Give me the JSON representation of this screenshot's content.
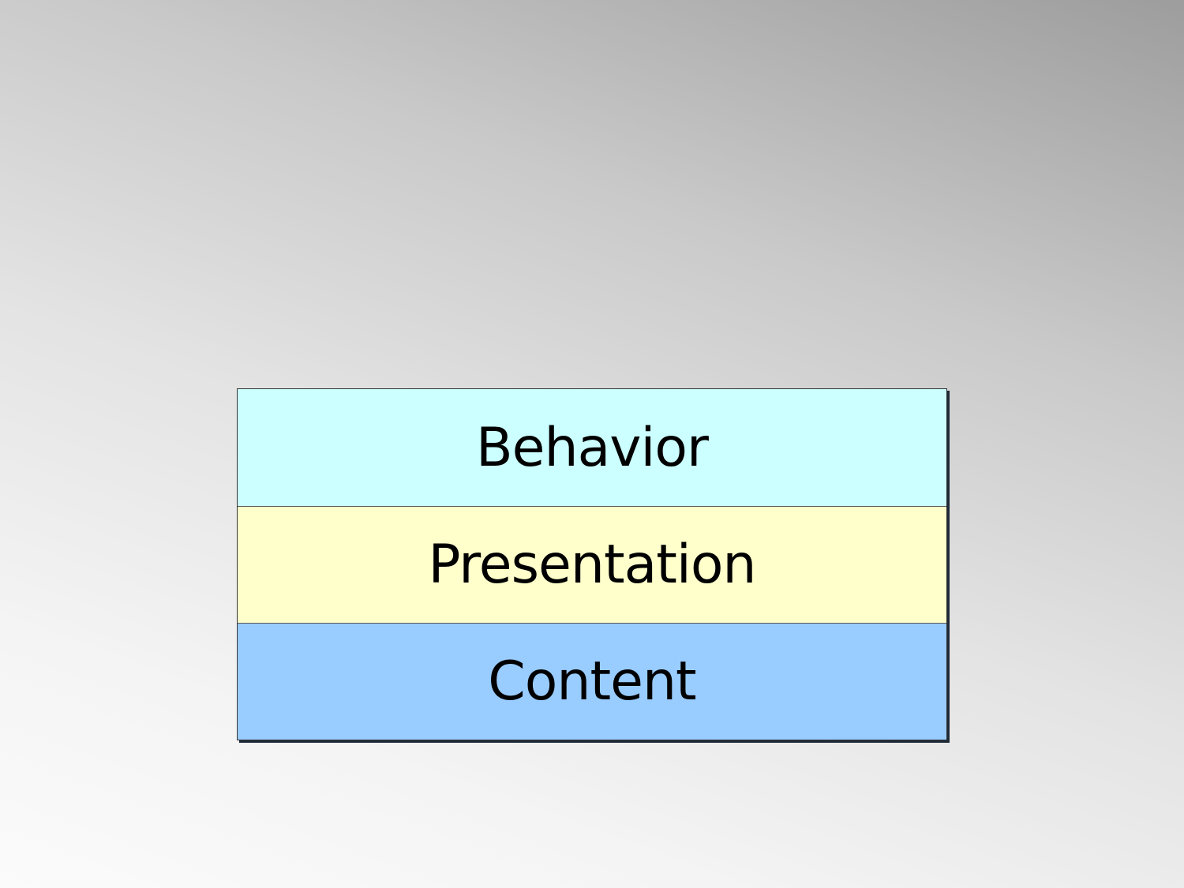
{
  "diagram": {
    "layers": [
      {
        "label": "Behavior",
        "color": "#ccffff"
      },
      {
        "label": "Presentation",
        "color": "#ffffcc"
      },
      {
        "label": "Content",
        "color": "#99ccff"
      }
    ]
  }
}
